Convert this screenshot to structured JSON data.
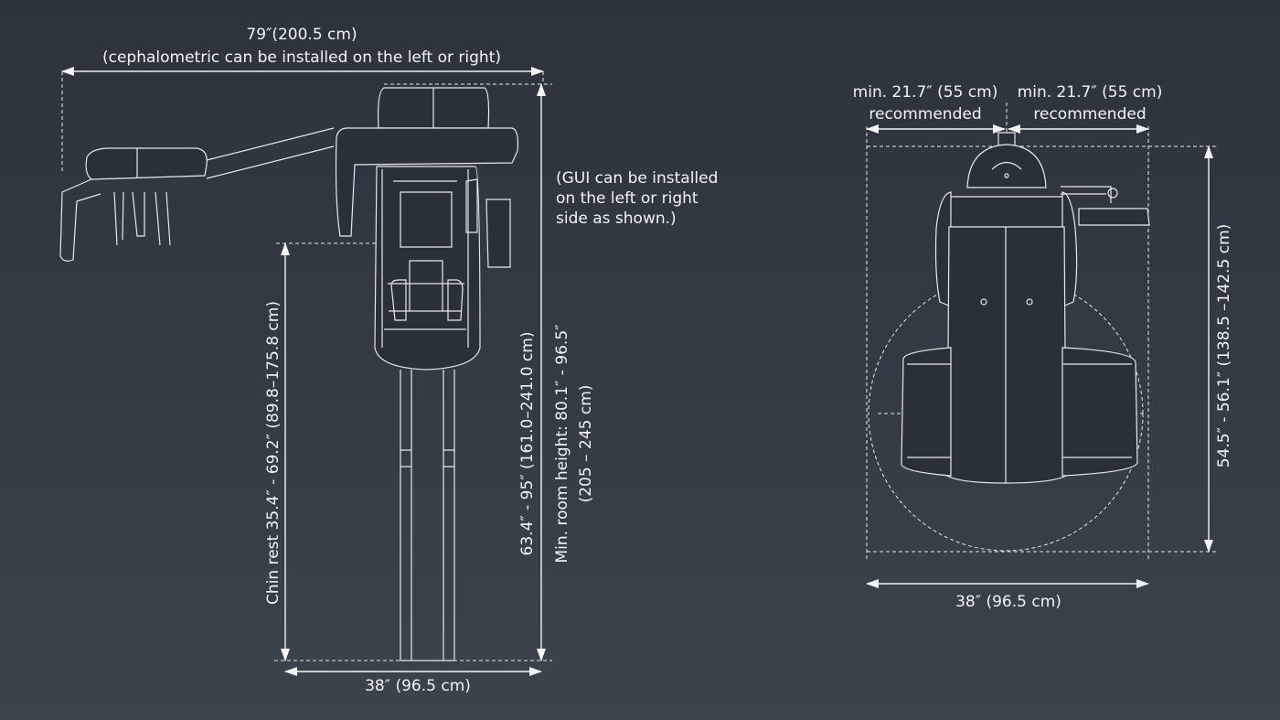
{
  "side_view": {
    "width_label_line1": "79″(200.5 cm)",
    "width_label_line2": "(cephalometric can be installed on the left or right)",
    "gui_note_line1": "(GUI can be installed",
    "gui_note_line2": "on the left or right",
    "gui_note_line3": "side as shown.)",
    "chin_rest_label": "Chin rest 35.4″ - 69.2″ (89.8–175.8 cm)",
    "height_label": "63.4″ - 95″ (161.0–241.0 cm)",
    "room_height_line1": "Min. room height: 80.1″ - 96.5″",
    "room_height_line2": "(205 – 245 cm)",
    "base_width_label": "38″ (96.5 cm)"
  },
  "top_view": {
    "left_clearance_line1": "min. 21.7″ (55 cm)",
    "left_clearance_line2": "recommended",
    "right_clearance_line1": "min. 21.7″ (55 cm)",
    "right_clearance_line2": "recommended",
    "depth_label": "54.5″ - 56.1″ (138.5 –142.5 cm)",
    "width_label": "38″ (96.5 cm)"
  }
}
